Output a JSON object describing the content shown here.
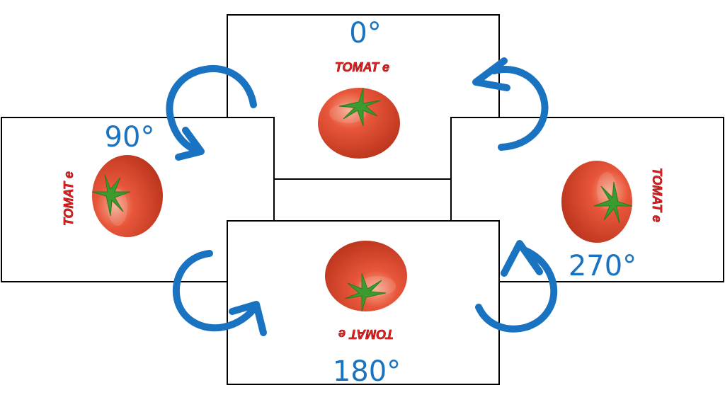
{
  "colors": {
    "accent_blue": "#1a73c0",
    "tomato_red": "#e04a2c",
    "tomato_highlight": "#f49a80",
    "tomato_shadow": "#b8331b",
    "leaf_green": "#3c9a2e",
    "brand_red": "#e31b1b"
  },
  "icons": {
    "tomato": "tomato-icon",
    "rotate_arrow": "rotation-arrow-icon"
  },
  "panels": [
    {
      "id": "top",
      "angle_label": "0°",
      "brand": "TOMAT",
      "brand_suffix": "e",
      "rotation_degrees": 0
    },
    {
      "id": "left",
      "angle_label": "90°",
      "brand": "TOMAT",
      "brand_suffix": "e",
      "rotation_degrees": 90
    },
    {
      "id": "bottom",
      "angle_label": "180°",
      "brand": "TOMAT",
      "brand_suffix": "e",
      "rotation_degrees": 180
    },
    {
      "id": "right",
      "angle_label": "270°",
      "brand": "TOMAT",
      "brand_suffix": "e",
      "rotation_degrees": 270
    }
  ]
}
